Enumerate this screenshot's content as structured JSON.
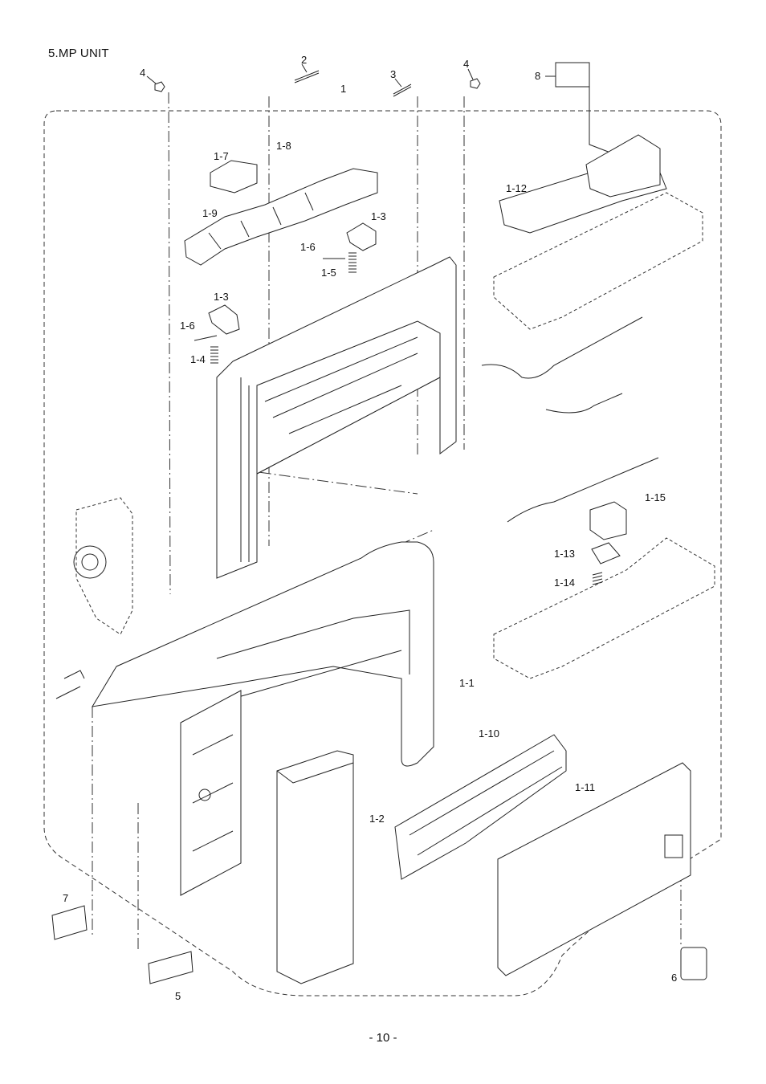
{
  "header": {
    "title": "5.MP UNIT"
  },
  "footer": {
    "page_number": "- 10 -"
  },
  "callouts": [
    "1",
    "2",
    "3",
    "4",
    "4",
    "5",
    "6",
    "7",
    "8",
    "1-1",
    "1-2",
    "1-3",
    "1-3",
    "1-4",
    "1-5",
    "1-6",
    "1-6",
    "1-7",
    "1-8",
    "1-9",
    "1-10",
    "1-11",
    "1-12",
    "1-13",
    "1-14",
    "1-15"
  ]
}
